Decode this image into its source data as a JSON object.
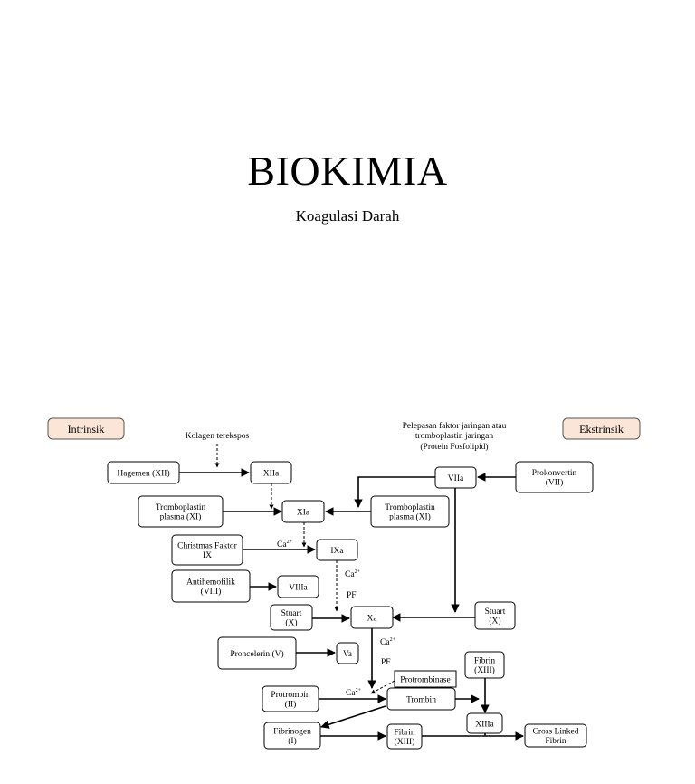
{
  "header": {
    "title": "BIOKIMIA",
    "subtitle": "Koagulasi Darah"
  },
  "colors": {
    "tag_fill": "#fbe5d6",
    "highlight_fill": "#ed7d31"
  },
  "tags": {
    "intrinsic": "Intrinsik",
    "extrinsic": "Ekstrinsik"
  },
  "labels": {
    "kolagen": "Kolagen terekspos",
    "pelepasan": [
      "Pelepasan faktor jaringan atau",
      "tromboplastin jaringan",
      "(Protein Fosfolipid)"
    ],
    "ca": "Ca",
    "pf": "PF"
  },
  "nodes": {
    "hageman": [
      "Hagemen (XII)"
    ],
    "xiia": [
      "XIIa"
    ],
    "viia": [
      "VIIa"
    ],
    "prokonvertin": [
      "Prokonvertin",
      "(VII)"
    ],
    "tromboplastin_left": [
      "Tromboplastin",
      "plasma (XI)"
    ],
    "xia": [
      "XIa"
    ],
    "tromboplastin_right": [
      "Tromboplastin",
      "plasma (XI)"
    ],
    "christmas": [
      "Christmas Faktor",
      "IX"
    ],
    "ixa": [
      "IXa"
    ],
    "antihemofilik": [
      "Antihemofilik",
      "(VIII)"
    ],
    "viiia": [
      "VIIIa"
    ],
    "stuart_left": [
      "Stuart",
      "(X)"
    ],
    "xa": [
      "Xa"
    ],
    "stuart_right": [
      "Stuart",
      "(X)"
    ],
    "proconvertin": [
      "Proncelerin (V)"
    ],
    "va": [
      "Va"
    ],
    "protrombinase": [
      "Protrombinase"
    ],
    "fibrin_xiii_top": [
      "Fibrin",
      "(XIII)"
    ],
    "protrombin": [
      "Protrombin",
      "(II)"
    ],
    "trombin": [
      "Trombin"
    ],
    "xiiia": [
      "XIIIa"
    ],
    "fibrinogen": [
      "Fibrinogen",
      "(I)"
    ],
    "fibrin": [
      "Fibrin",
      "(XIII)"
    ],
    "crosslinked": [
      "Cross Linked",
      "Fibrin"
    ]
  }
}
